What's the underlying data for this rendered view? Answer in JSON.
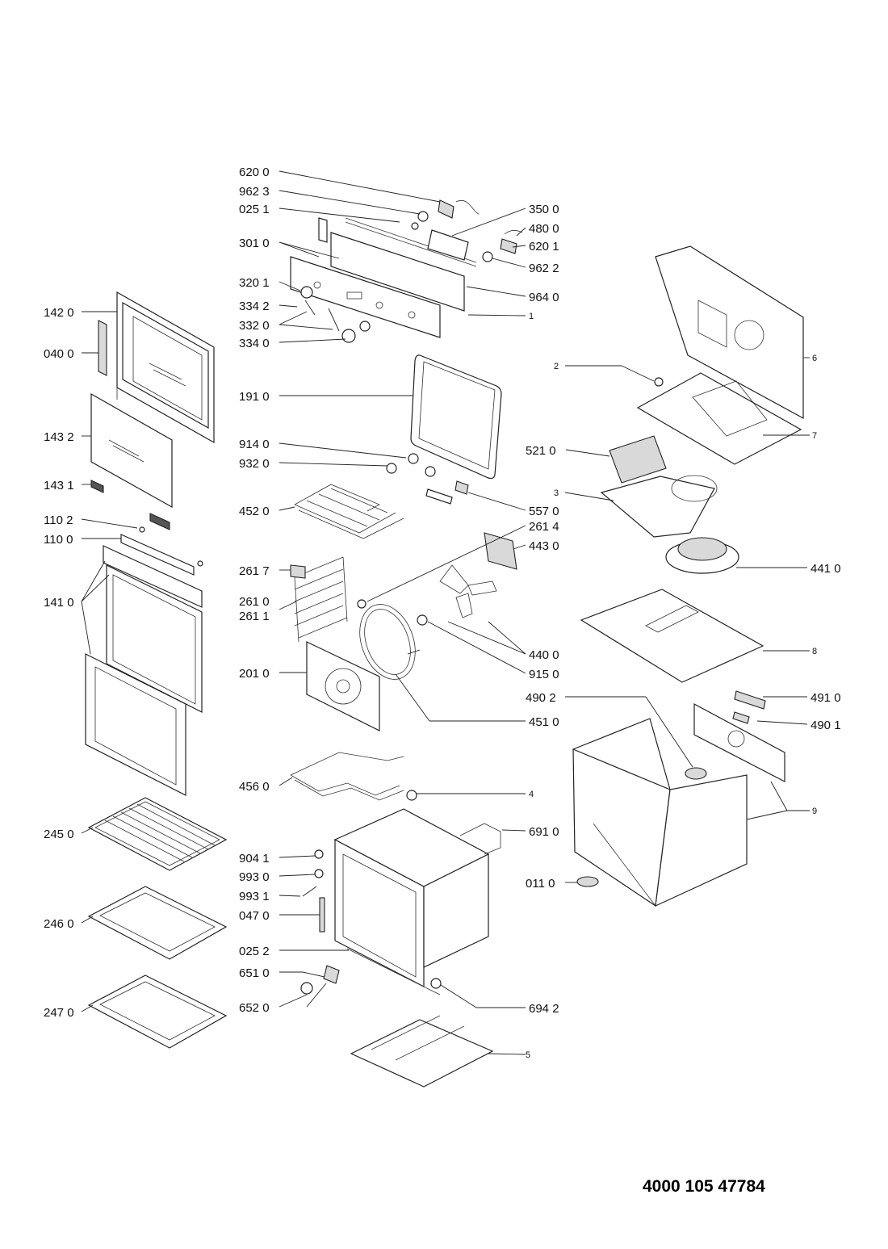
{
  "labels": {
    "p6200": "620 0",
    "p9623": "962 3",
    "p0251": "025 1",
    "p3010": "301 0",
    "p3201": "320 1",
    "p3342": "334 2",
    "p3320": "332 0",
    "p3340": "334 0",
    "p3500": "350 0",
    "p4800": "480 0",
    "p6201": "620 1",
    "p9622": "962 2",
    "p9640": "964 0",
    "p1": "1",
    "p1420": "142 0",
    "p0400": "040 0",
    "p1432": "143 2",
    "p1431": "143 1",
    "p1102": "110 2",
    "p1100": "110 0",
    "p1410": "141 0",
    "p2450": "245 0",
    "p2460": "246 0",
    "p2470": "247 0",
    "p1910": "191 0",
    "p9140": "914 0",
    "p9320": "932 0",
    "p4520": "452 0",
    "p5570": "557 0",
    "p2614": "261 4",
    "p4430": "443 0",
    "p2617": "261 7",
    "p2610": "261 0",
    "p2611": "261 1",
    "p2010": "201 0",
    "p4400": "440 0",
    "p9150": "915 0",
    "p4510": "451 0",
    "p4560": "456 0",
    "p4": "4",
    "p6910": "691 0",
    "p9041": "904 1",
    "p9930": "993 0",
    "p9931": "993 1",
    "p0470": "047 0",
    "p0252": "025 2",
    "p6510": "651 0",
    "p6520": "652 0",
    "p6942": "694 2",
    "p5": "5",
    "p2": "2",
    "p6": "6",
    "p7": "7",
    "p5210": "521 0",
    "p3": "3",
    "p4410": "441 0",
    "p8": "8",
    "p4902": "490 2",
    "p4910": "491 0",
    "p4901": "490 1",
    "p9": "9",
    "p0110": "011 0"
  },
  "document_number": "4000 105 47784"
}
